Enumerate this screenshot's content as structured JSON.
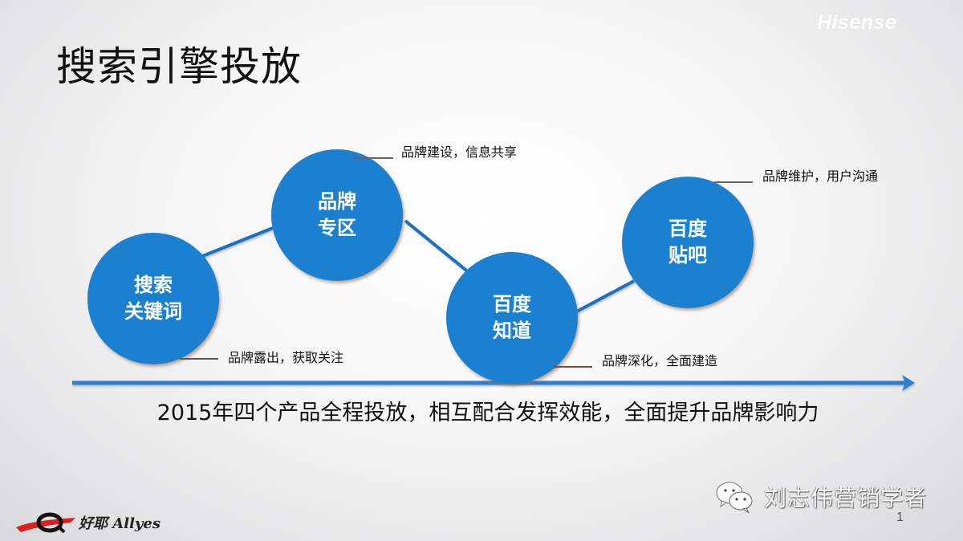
{
  "slide": {
    "title": "搜索引擎投放",
    "brand_logo": "Hisense",
    "page_number": "1"
  },
  "colors": {
    "node_fill": "#1a80cf",
    "connector": "#1a6fc0",
    "arrow": "#2a7fd0",
    "leader_line": "#7a5a55",
    "title_text": "#111111"
  },
  "nodes": [
    {
      "line1": "搜索",
      "line2": "关键词",
      "note": "品牌露出，获取关注"
    },
    {
      "line1": "品牌",
      "line2": "专区",
      "note": "品牌建设，信息共享"
    },
    {
      "line1": "百度",
      "line2": "知道",
      "note": "品牌深化，全面建造"
    },
    {
      "line1": "百度",
      "line2": "贴吧",
      "note": "品牌维护，用户沟通"
    }
  ],
  "summary": "2015年四个产品全程投放，相互配合发挥效能，全面提升品牌影响力",
  "footer": {
    "company_logo_text": "好耶 Allyes",
    "watermark_text": "刘志伟营销学者",
    "watermark_icon": "wechat-icon"
  }
}
